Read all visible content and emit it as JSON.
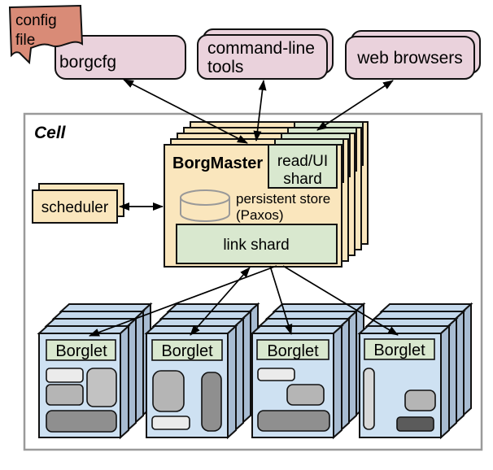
{
  "nodes": {
    "config_file": {
      "line1": "config",
      "line2": "file"
    },
    "borgcfg": {
      "label": "borgcfg"
    },
    "command_line_tools": {
      "line1": "command-line",
      "line2": "tools"
    },
    "web_browsers": {
      "label": "web browsers"
    },
    "cell": {
      "label": "Cell"
    },
    "scheduler": {
      "label": "scheduler"
    },
    "borgmaster": {
      "label": "BorgMaster"
    },
    "read_ui_shard": {
      "line1": "read/UI",
      "line2": "shard"
    },
    "persistent_store": {
      "line1": "persistent store",
      "line2": "(Paxos)"
    },
    "link_shard": {
      "label": "link shard"
    },
    "borglets": [
      {
        "label": "Borglet"
      },
      {
        "label": "Borglet"
      },
      {
        "label": "Borglet"
      },
      {
        "label": "Borglet"
      }
    ]
  },
  "edges": [
    {
      "from": "borgcfg",
      "to": "borgmaster",
      "bidirectional": true
    },
    {
      "from": "command_line_tools",
      "to": "borgmaster",
      "bidirectional": true
    },
    {
      "from": "web_browsers",
      "to": "read_ui_shard",
      "bidirectional": true
    },
    {
      "from": "scheduler",
      "to": "borgmaster",
      "bidirectional": true
    },
    {
      "from": "link_shard",
      "to": "borglet_1",
      "bidirectional": false
    },
    {
      "from": "link_shard",
      "to": "borglet_2",
      "bidirectional": true
    },
    {
      "from": "link_shard",
      "to": "borglet_3",
      "bidirectional": false
    },
    {
      "from": "link_shard",
      "to": "borglet_4",
      "bidirectional": false
    }
  ],
  "colors": {
    "client_pink": "#EAD2DC",
    "config_salmon": "#D98B77",
    "master_yellow": "#FAE6BD",
    "shard_green": "#D9E8CF",
    "borglet_blue_front": "#CEE1F2",
    "borglet_blue_top": "#C5D9EC",
    "borglet_blue_side": "#A8BCD2",
    "cell_border_gray": "#9A9A9A",
    "task_grays": [
      "#EBEBEB",
      "#D8D8D8",
      "#C2C2C2",
      "#B5B5B5",
      "#8F8F8F",
      "#5B5B5B"
    ]
  }
}
